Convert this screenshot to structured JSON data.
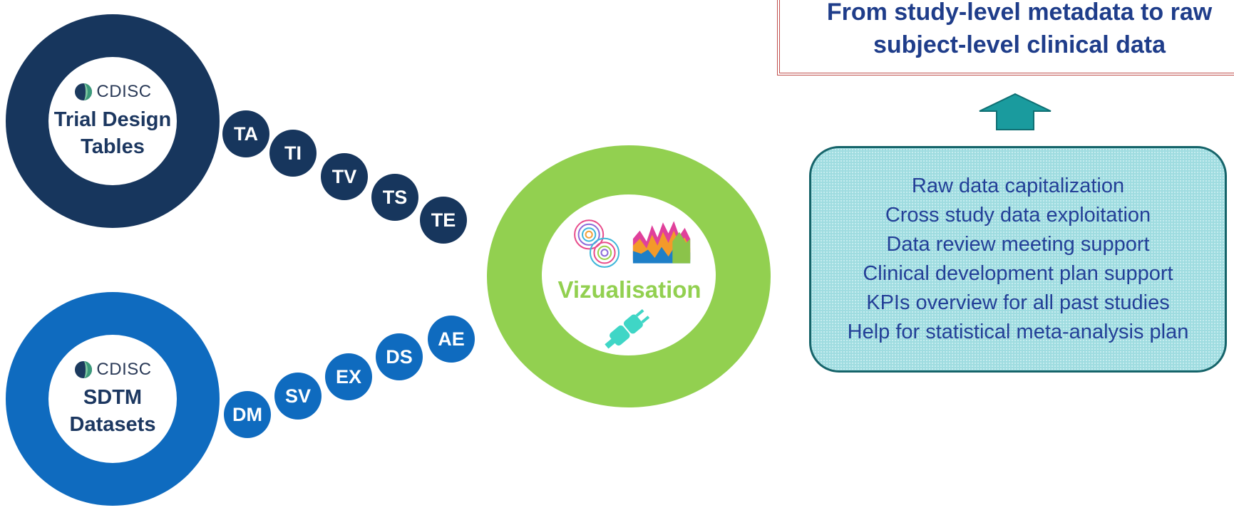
{
  "trial_design": {
    "logo_text": "CDISC",
    "title_line1": "Trial Design",
    "title_line2": "Tables",
    "color": "#17365d",
    "tables": [
      "TA",
      "TI",
      "TV",
      "TS",
      "TE"
    ]
  },
  "sdtm": {
    "logo_text": "CDISC",
    "title_line1": "SDTM",
    "title_line2": "Datasets",
    "color": "#0f6bbf",
    "datasets": [
      "DM",
      "SV",
      "EX",
      "DS",
      "AE"
    ]
  },
  "visualisation": {
    "label": "Vizualisation",
    "ring_color": "#92d050",
    "icons": [
      "spiral-logo-icon",
      "area-chart-icon",
      "plug-connector-icon"
    ]
  },
  "title_box": {
    "line1": "From study-level metadata to raw",
    "line2": "subject-level clinical data",
    "border_color": "#c0504d"
  },
  "arrow": {
    "color": "#1a9b9e",
    "direction": "up"
  },
  "benefits": {
    "items": [
      "Raw data capitalization",
      "Cross study data exploitation",
      "Data review meeting support",
      "Clinical development plan support",
      "KPIs overview for all past studies",
      "Help for statistical meta-analysis plan"
    ],
    "fill_color": "#9fdce0",
    "border_color": "#16646a"
  }
}
